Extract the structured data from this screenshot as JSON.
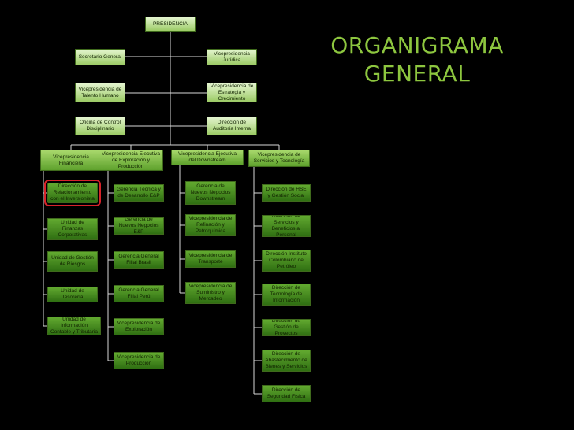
{
  "title": {
    "line1": "ORGANIGRAMA",
    "line2": "GENERAL"
  },
  "nodes": {
    "presidencia": "PRESIDENCIA",
    "secretaria_general": "Secretario General",
    "vp_juridica": "Vicepresidencia Jurídica",
    "vp_talento": "Vicepresidencia de Talento Humano",
    "vp_estrategia": "Vicepresidencia de Estrategia y Crecimiento",
    "oficina_control": "Oficina de Control Disciplinario",
    "dir_auditoria": "Dirección de Auditoría Interna",
    "vp_financiera": "Vicepresidencia Financiera",
    "vp_exploracion": "Vicepresidencia Ejecutiva de Exploración y Producción",
    "vp_downstream": "Vicepresidencia Ejecutiva del Downstream",
    "vp_servicios": "Vicepresidencia de Servicios y Tecnología",
    "fin_relacionamiento": "Dirección de Relacionamiento con el Inversionista",
    "fin_finanzas": "Unidad de Finanzas Corporativas",
    "fin_riesgos": "Unidad de Gestión de Riesgos",
    "fin_tesoreria": "Unidad de Tesorería",
    "fin_informacion": "Unidad de Información Contable y Tributaria",
    "ep_tecnica": "Gerencia Técnica y de Desarrollo E&P",
    "ep_nuevos": "Gerencia de Nuevos Negocios E&P",
    "ep_brasil": "Gerencia General Filial Brasil",
    "ep_peru": "Gerencia General Filial Perú",
    "ep_exploracion": "Vicepresidencia de Exploración",
    "ep_produccion": "Vicepresidencia de Producción",
    "ds_nuevos": "Gerencia de Nuevos Negocios Downstream",
    "ds_refinacion": "Vicepresidencia de Refinación y Petroquímica",
    "ds_transporte": "Vicepresidencia de Transporte",
    "ds_suministro": "Vicepresidencia de Suministro y Mercadeo",
    "st_hse": "Dirección de HSE y Gestión Social",
    "st_servicios": "Dirección de Servicios y Beneficios al Personal",
    "st_instituto": "Dirección Instituto Colombiano de Petróleo",
    "st_tecnologia": "Dirección de Tecnología de Información",
    "st_proyectos": "Dirección de Gestión de Proyectos",
    "st_abastecimiento": "Dirección de Abastecimiento de Bienes y Servicios",
    "st_seguridad": "Dirección de Seguridad Física"
  }
}
